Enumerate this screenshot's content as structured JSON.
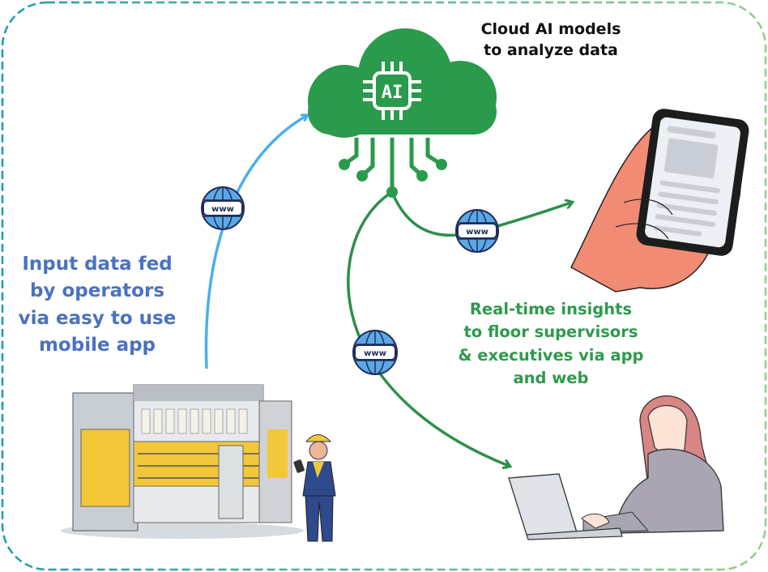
{
  "captions": {
    "cloud": [
      "Cloud AI models",
      "to analyze data"
    ],
    "input": [
      "Input data fed",
      "by operators",
      "via easy to use",
      "mobile app"
    ],
    "insight": [
      "Real-time insights",
      "to floor supervisors",
      "& executives via app",
      "and web"
    ]
  },
  "cloud_chip_label": "AI",
  "globe_label": "www",
  "colors": {
    "cloud_green": "#2a9a4c",
    "input_blue": "#4a72c0",
    "upload_arrow": "#4aaeee",
    "insight_green": "#2e9a4c",
    "border_start": "#1d9bb0",
    "border_end": "#8fcf8a"
  }
}
